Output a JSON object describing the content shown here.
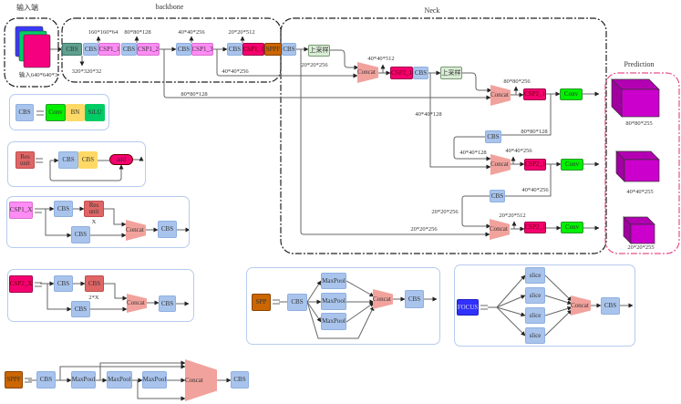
{
  "sections": {
    "input": "输入端",
    "backbone": "backbone",
    "neck": "Neck",
    "prediction": "Prediction"
  },
  "input": {
    "label": "输入640*640*3"
  },
  "labels": {
    "cbs": "CBS",
    "csp1_1": "CSP1_1",
    "csp1_2": "CSP1_2",
    "csp1_3": "CSP1_3",
    "sppf": "SPPF",
    "spp": "SPP",
    "csp2_1": "CSP2_1",
    "upsample": "上采样",
    "concat": "Concat",
    "conv": "Conv",
    "bn": "BN",
    "silu": "SiLU",
    "res_unit": "Res unit",
    "add": "add",
    "csp1_x": "CSP1_X",
    "csp2_x": "CSP2_X",
    "maxpool": "MaxPool",
    "focus": "FOCUS",
    "slice": "slice",
    "x": "X",
    "two_x": "2*X"
  },
  "dims": {
    "b1": "160*160*64",
    "b2": "80*80*128",
    "b3": "40*40*256",
    "b4": "20*20*512",
    "b0": "320*320*32",
    "route_40": "40*40*256",
    "route_80": "80*80*128",
    "n1": "20*20*256",
    "n2": "40*40*512",
    "n3": "80*80*256",
    "n4": "40*40*128",
    "n5": "80*80*128",
    "n6": "40*40*128",
    "n7": "40*40*256",
    "n8": "40*40*256",
    "n9": "20*20*256",
    "n10": "20*20*256",
    "n11": "20*20*512"
  },
  "outputs": [
    "80*80*255",
    "40*40*255",
    "20*20*255"
  ],
  "colors": {
    "cbs": "#a9c4ec",
    "csp1": "#ff8cf5",
    "csp2": "#f5006f",
    "concat": "#f2a29c",
    "conv": "#00f000",
    "upsample": "#d9ecd5",
    "sppf": "#cc6600",
    "focus": "#3030ff",
    "cube": "#cc00cc",
    "prediction_border": "#e8508a"
  }
}
